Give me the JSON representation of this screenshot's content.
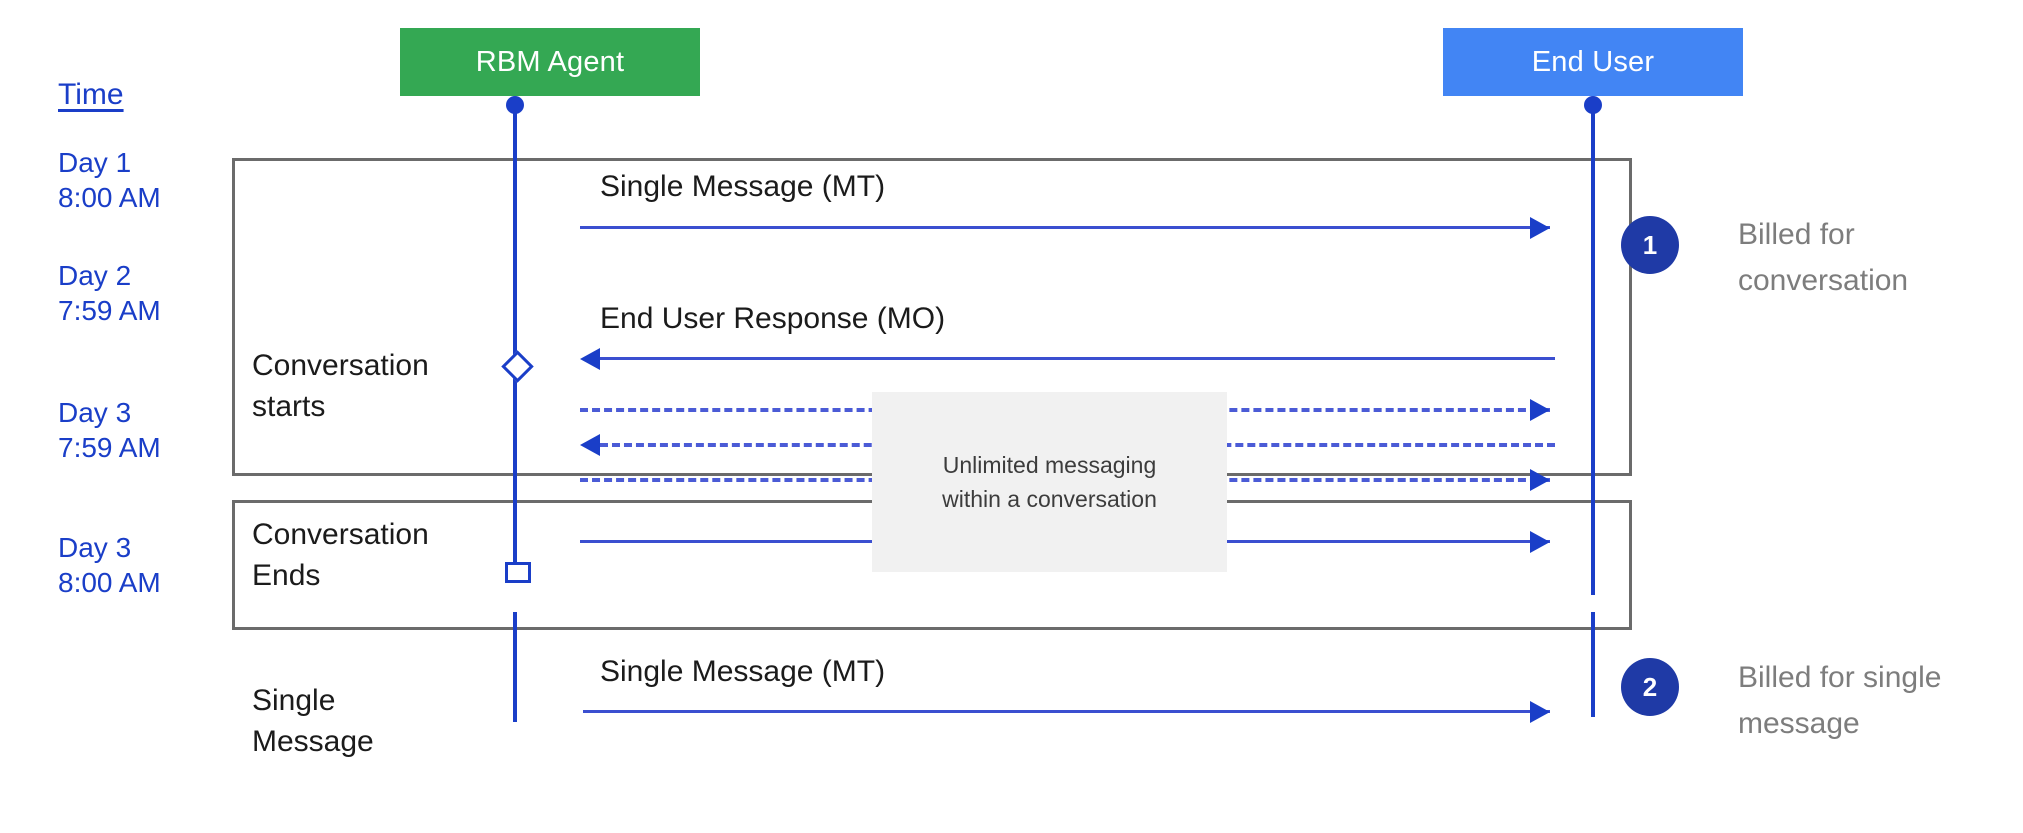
{
  "diagram": {
    "title": "RBM conversation billing sequence diagram",
    "colors": {
      "agent_lane": "#34a853",
      "user_lane": "#4285f4",
      "lifeline": "#1a3ec8",
      "arrow": "#3b4fd0",
      "group_border": "#6b6b6b",
      "badge": "#1f3aa6",
      "note_bg": "#f1f1f1",
      "time_text": "#1a3ec8",
      "side_note_text": "#7d7d7d"
    }
  },
  "lanes": [
    {
      "id": "agent",
      "label": "RBM Agent"
    },
    {
      "id": "user",
      "label": "End User"
    }
  ],
  "time_axis": {
    "header": "Time",
    "entries": [
      {
        "id": "t1",
        "day": "Day 1",
        "time": "8:00 AM",
        "text": "Day 1\n8:00 AM"
      },
      {
        "id": "t2",
        "day": "Day 2",
        "time": "7:59 AM",
        "text": "Day 2\n7:59 AM"
      },
      {
        "id": "t3",
        "day": "Day 3",
        "time": "7:59 AM",
        "text": "Day 3\n7:59 AM"
      },
      {
        "id": "t4",
        "day": "Day 3",
        "time": "8:00 AM",
        "text": "Day 3\n8:00 AM"
      }
    ]
  },
  "lifeline_markers": [
    {
      "id": "agent-start",
      "shape": "dot"
    },
    {
      "id": "user-start",
      "shape": "dot"
    },
    {
      "id": "conversation-start",
      "shape": "diamond"
    },
    {
      "id": "conversation-end",
      "shape": "square"
    }
  ],
  "groups": [
    {
      "id": "conversation",
      "stage_labels": [
        {
          "id": "conv-start",
          "text": "Conversation\nstarts"
        },
        {
          "id": "conv-end",
          "text": "Conversation\nEnds"
        }
      ],
      "badge": "1",
      "side_note": "Billed for\nconversation"
    },
    {
      "id": "single-message",
      "stage_labels": [
        {
          "id": "single-msg",
          "text": "Single\nMessage"
        }
      ],
      "badge": "2",
      "side_note": "Billed for single\nmessage"
    }
  ],
  "messages": [
    {
      "id": "m1",
      "label": "Single Message (MT)",
      "direction": "agent-to-user",
      "style": "solid"
    },
    {
      "id": "m2",
      "label": "End User Response (MO)",
      "direction": "user-to-agent",
      "style": "solid"
    },
    {
      "id": "m3",
      "label": "",
      "direction": "agent-to-user",
      "style": "dashed"
    },
    {
      "id": "m4",
      "label": "",
      "direction": "user-to-agent",
      "style": "dashed"
    },
    {
      "id": "m5",
      "label": "",
      "direction": "agent-to-user",
      "style": "dashed"
    },
    {
      "id": "m6",
      "label": "",
      "direction": "agent-to-user",
      "style": "solid"
    },
    {
      "id": "m7",
      "label": "Single Message (MT)",
      "direction": "agent-to-user",
      "style": "solid"
    }
  ],
  "note": {
    "id": "unlimited-messaging",
    "text": "Unlimited messaging\nwithin a conversation"
  }
}
